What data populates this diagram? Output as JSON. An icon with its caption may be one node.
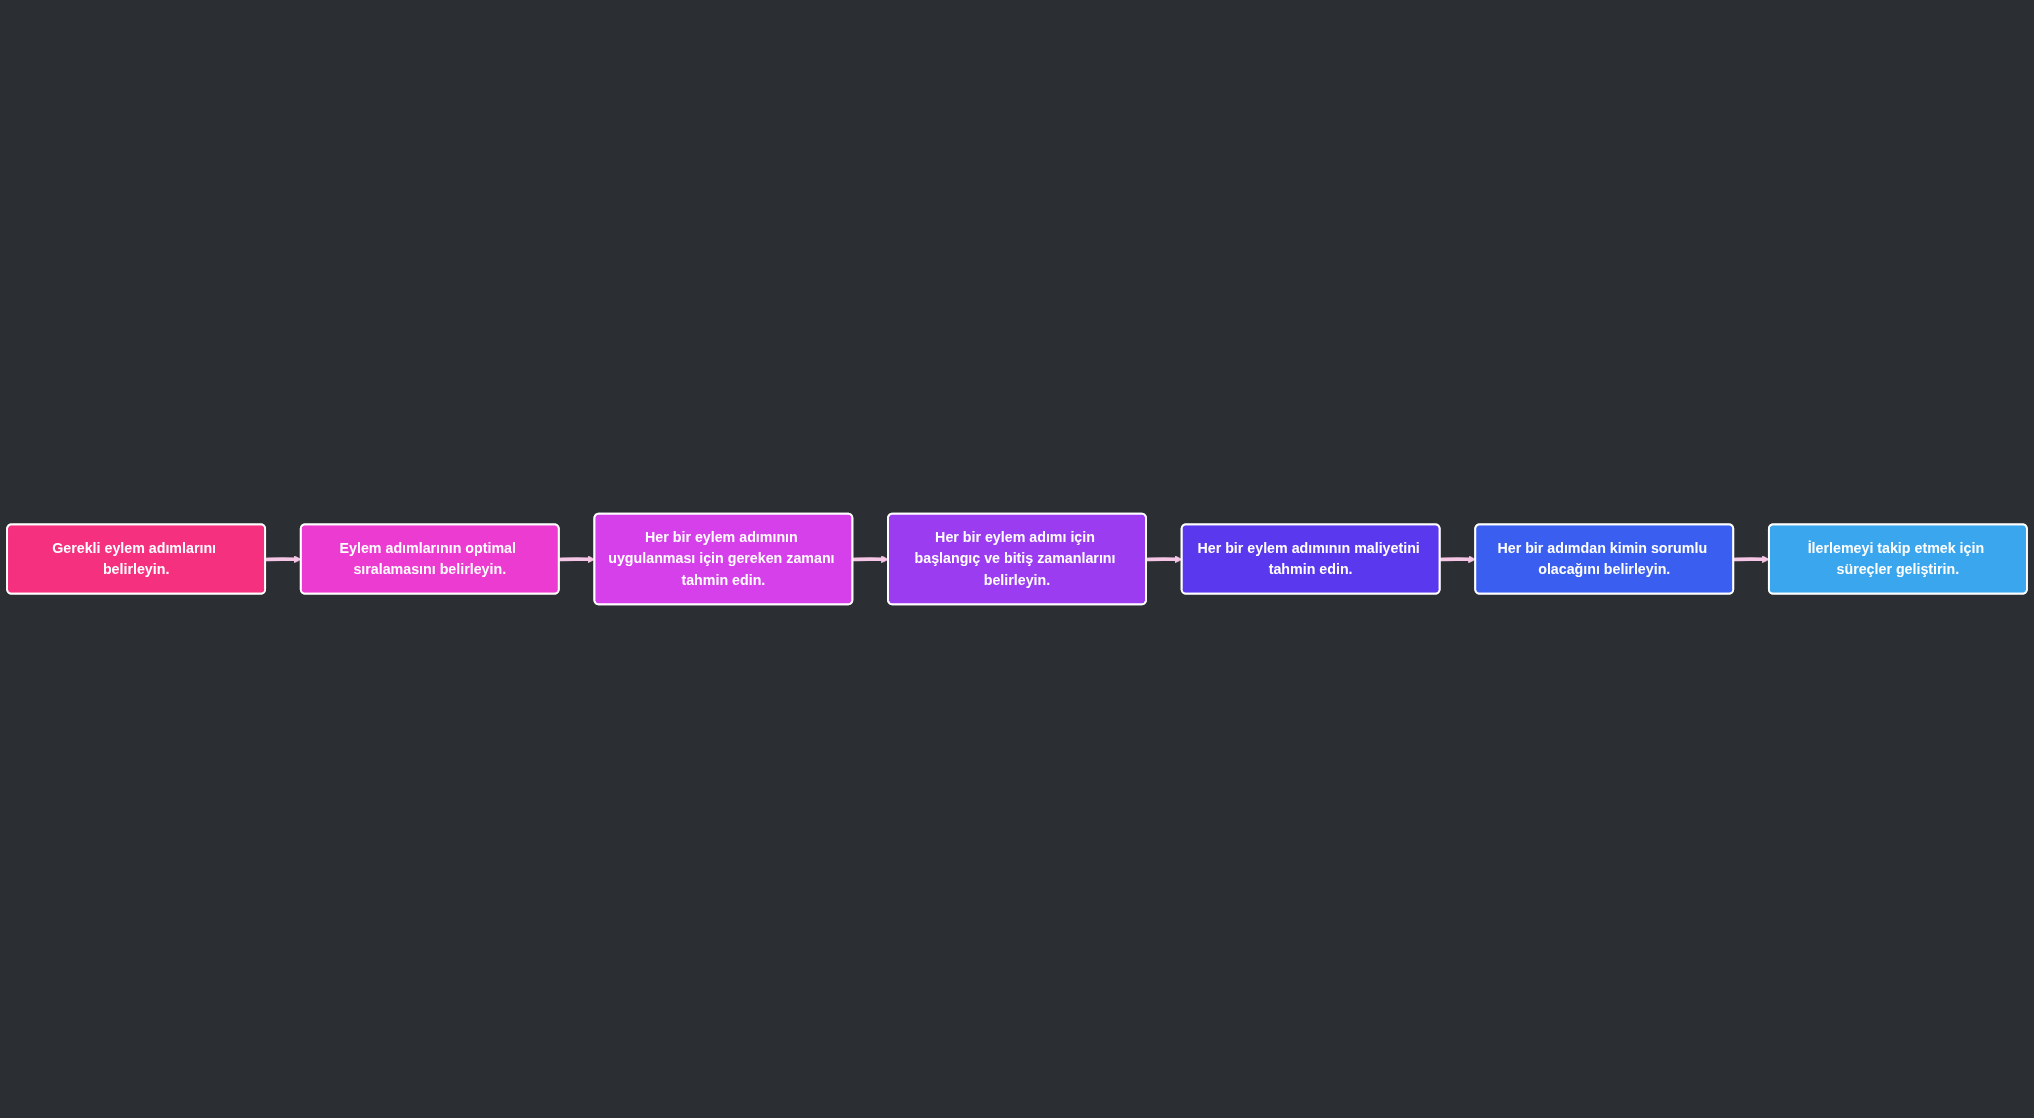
{
  "diagram": {
    "nodes": [
      {
        "text": [
          "Gerekli eylem adımlarını belirleyin."
        ]
      },
      {
        "text": [
          "Eylem adımlarının optimal sıralamasını belirleyin."
        ]
      },
      {
        "text": [
          "Her bir eylem adımının uygulanması için gereken zamanı tahmin edin."
        ]
      },
      {
        "text": [
          "Her bir eylem adımı için başlangıç ve bitiş zamanlarını belirleyin."
        ]
      },
      {
        "text": [
          "Her bir eylem adımının maliyetini tahmin edin."
        ]
      },
      {
        "text": [
          "Her bir adımdan kimin sorumlu olacağını belirleyin."
        ]
      },
      {
        "text": [
          "İlerlemeyi takip etmek için süreçler geliştirin."
        ]
      }
    ],
    "edges": [
      {
        "from": 0,
        "to": 1,
        "arrow": "to"
      },
      {
        "from": 1,
        "to": 2,
        "arrow": "to"
      },
      {
        "from": 2,
        "to": 3,
        "arrow": "to"
      },
      {
        "from": 3,
        "to": 4,
        "arrow": "to"
      },
      {
        "from": 4,
        "to": 5,
        "arrow": "to"
      },
      {
        "from": 5,
        "to": 6,
        "arrow": "to"
      }
    ]
  }
}
